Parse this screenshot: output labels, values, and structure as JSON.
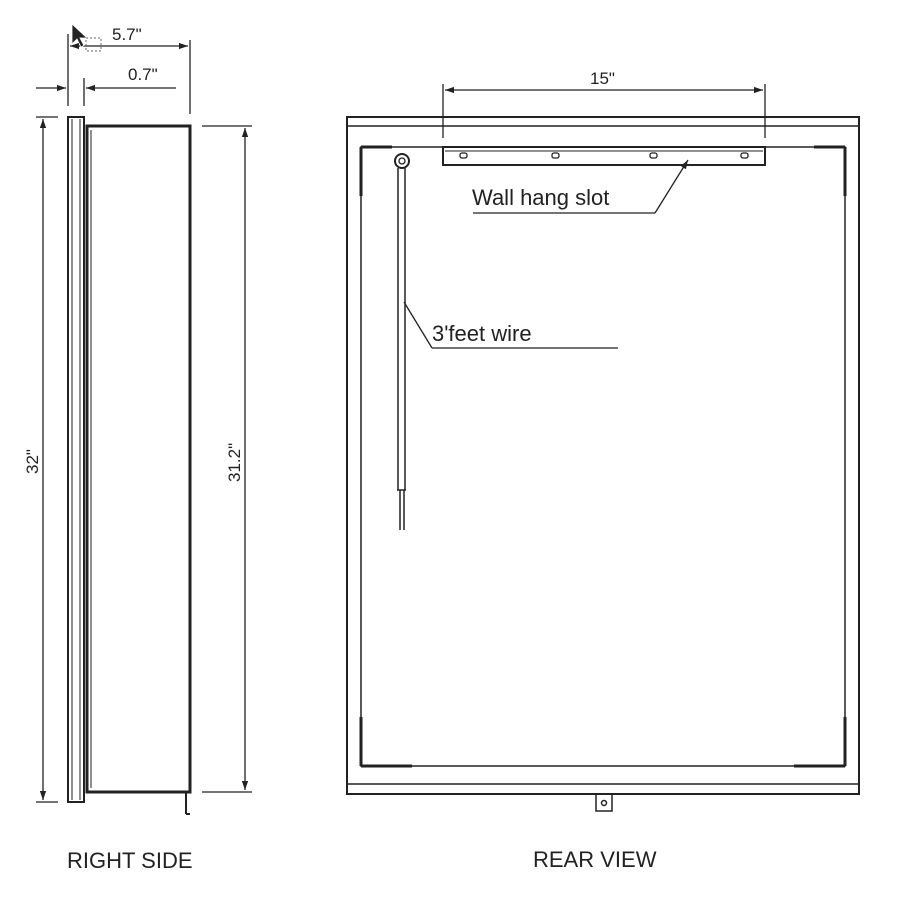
{
  "colors": {
    "ink": "#222222",
    "background": "#ffffff"
  },
  "icons": {
    "pointer": "cursor-arrow-icon"
  },
  "right_side": {
    "caption": "RIGHT SIDE",
    "depth_total": "5.7\"",
    "mirror_thickness": "0.7\"",
    "height_total": "32\"",
    "height_body": "31.2\""
  },
  "rear_view": {
    "caption": "REAR VIEW",
    "slot_width": "15\"",
    "wall_hang_slot_label": "Wall hang slot",
    "wire_label": "3'feet wire"
  }
}
